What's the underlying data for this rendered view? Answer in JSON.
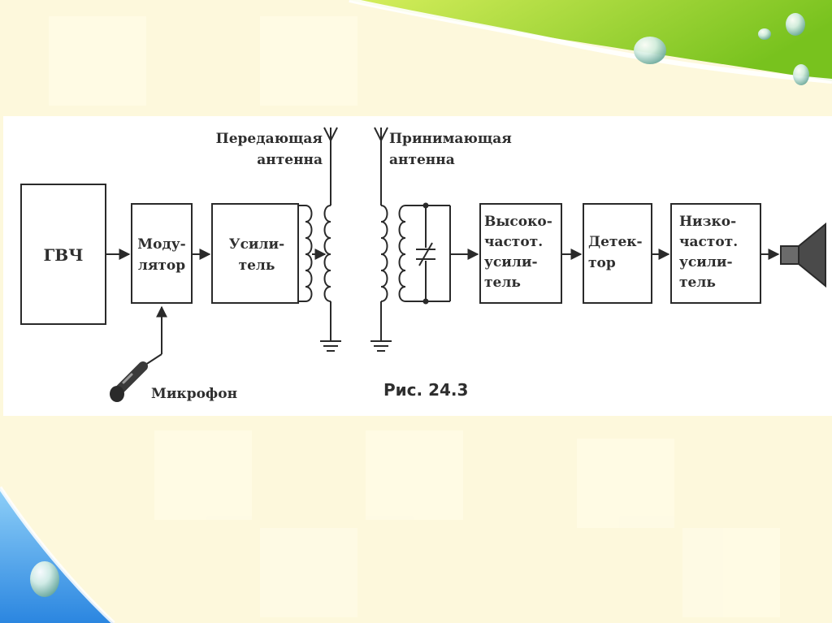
{
  "slide": {
    "accent_colors": {
      "green": "#8ccc2c",
      "blue": "#3a96e6",
      "cream": "#fdf8dc"
    },
    "decor": [
      "water-drop-icon",
      "water-drop-icon",
      "water-drop-icon",
      "water-drop-icon",
      "water-drop-icon"
    ]
  },
  "diagram": {
    "blocks": {
      "gvch": "ГВЧ",
      "modulator": [
        "Моду-",
        "лятор"
      ],
      "amplifier": [
        "Усили-",
        "тель"
      ],
      "hf_amplifier": [
        "Высоко-",
        "частот.",
        "усили-",
        "тель"
      ],
      "detector": [
        "Детек-",
        "тор"
      ],
      "lf_amplifier": [
        "Низко-",
        "частот.",
        "усили-",
        "тель"
      ]
    },
    "labels": {
      "transmit_antenna": [
        "Передающая",
        "антенна"
      ],
      "receive_antenna": [
        "Принимающая",
        "антенна"
      ],
      "microphone": "Микрофон"
    },
    "caption": "Рис. 24.3"
  }
}
